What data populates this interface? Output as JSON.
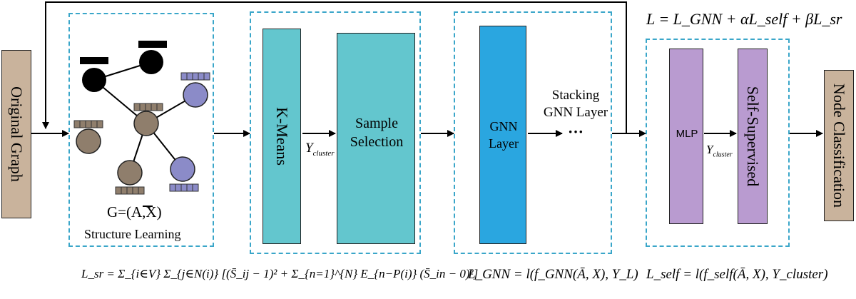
{
  "input": {
    "label": "Original Graph"
  },
  "structure_learning": {
    "graph_label": "G=(A,X)",
    "caption": "Structure Learning"
  },
  "clustering": {
    "kmeans_label": "K-Means",
    "cluster_label": "Y",
    "cluster_sub": "cluster",
    "sample_selection_line1": "Sample",
    "sample_selection_line2": "Selection"
  },
  "gnn": {
    "layer_line1": "GNN",
    "layer_line2": "Layer",
    "stacking_line1": "Stacking",
    "stacking_line2": "GNN Layer",
    "ellipsis": "···"
  },
  "self_supervised": {
    "mlp_label": "MLP",
    "cluster_label": "Y",
    "cluster_sub": "cluster",
    "ss_label": "Self-Supervised"
  },
  "output": {
    "label": "Node Classification"
  },
  "formulas": {
    "total": "L = L_GNN + αL_self + βL_sr",
    "sr": "L_sr = Σ_{i∈V} Σ_{j∈N(i)} [(S̄_ij − 1)² + Σ_{n=1}^{N} E_{n−P(i)} (S̄_in − 0)²]",
    "gnn": "L_GNN = l(f_GNN(Ā, X), Y_L)",
    "self": "L_self = l(f_self(Ā, X), Y_cluster)"
  },
  "colors": {
    "dashed_border": "#3aa6c9",
    "tan_block": "#c9b39c",
    "teal_block": "#63c6ce",
    "blue_block": "#2aa6e0",
    "purple_block": "#b99bd0",
    "node_black": "#000000",
    "node_brown": "#8f7e6c",
    "node_purple": "#8b8bc8"
  }
}
